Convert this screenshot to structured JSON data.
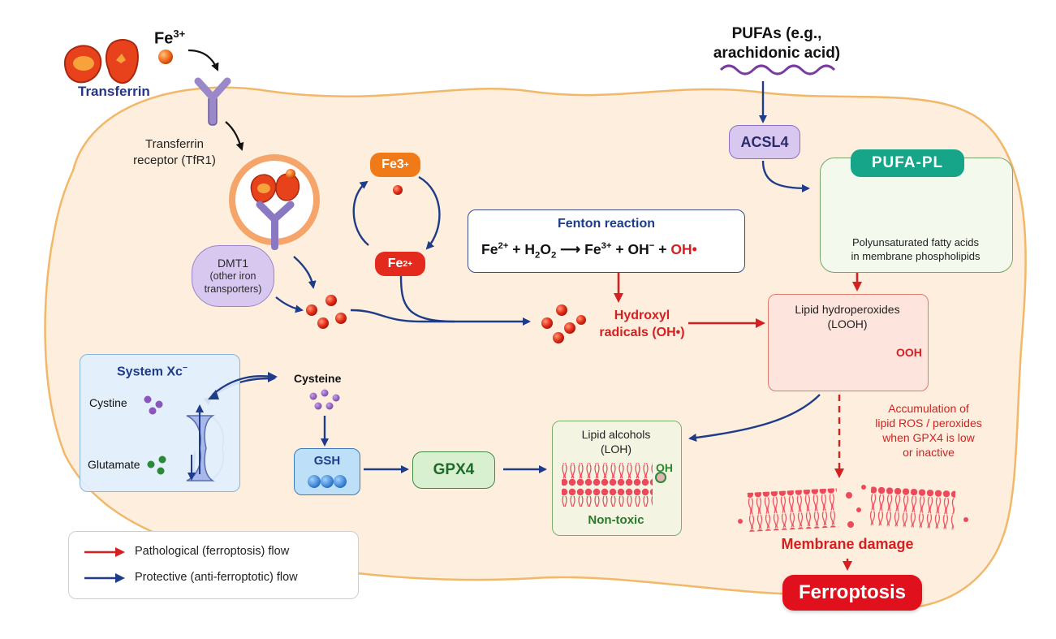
{
  "colors": {
    "pathological": "#d42020",
    "protective": "#1f3c8a",
    "cell_fill": "#fdeedd",
    "cell_border": "#f2b86a"
  },
  "transferrin": {
    "fe_label": "Fe",
    "fe_charge": "3+",
    "name": "Transferrin"
  },
  "tfr1": {
    "line1": "Transferrin",
    "line2": "receptor (TfR1)"
  },
  "dmt1": {
    "title": "DMT1",
    "line2": "(other iron",
    "line3": "transporters)"
  },
  "iron_cycle": {
    "fe3": "Fe3",
    "fe3_charge": "+",
    "fe2": "Fe",
    "fe2_charge": "2+"
  },
  "fenton": {
    "title": "Fenton reaction",
    "fe": "Fe",
    "fe_charge": "2+",
    "plus1": "+",
    "h": "H",
    "h_sub": "2",
    "o": "O",
    "o_sub": "2",
    "arrow": "⟶",
    "fe3": "Fe",
    "fe3_charge": "3+",
    "plus2": "+",
    "oh": "OH",
    "oh_charge": "−",
    "plus3": "+",
    "radical": "OH•"
  },
  "hydroxyl": {
    "line1": "Hydroxyl",
    "line2": "radicals (OH•)"
  },
  "pufa": {
    "line1": "PUFAs (e.g.,",
    "line2": "arachidonic acid)"
  },
  "acsl4": {
    "label": "ACSL4"
  },
  "pufa_pl": {
    "title": "PUFA-PL",
    "line1": "Polyunsaturated fatty acids",
    "line2": "in membrane phospholipids"
  },
  "looh": {
    "line1": "Lipid hydroperoxides",
    "line2": "(LOOH)",
    "ooh": "OOH"
  },
  "accumulation": {
    "line1": "Accumulation of",
    "line2": "lipid ROS / peroxides",
    "line3": "when GPX4 is low",
    "line4": "or inactive"
  },
  "system_xc": {
    "title": "System Xc",
    "title_charge": "−",
    "cystine": "Cystine",
    "glutamate": "Glutamate"
  },
  "cysteine": {
    "label": "Cysteine"
  },
  "gsh": {
    "label": "GSH"
  },
  "gpx4": {
    "label": "GPX4"
  },
  "loh": {
    "line1": "Lipid alcohols",
    "line2": "(LOH)",
    "oh": "OH",
    "footer": "Non-toxic"
  },
  "outcome": {
    "damage": "Membrane damage",
    "ferroptosis": "Ferroptosis"
  },
  "legend": {
    "items": [
      {
        "label": "Pathological (ferroptosis) flow",
        "kind": "pathological"
      },
      {
        "label": "Protective (anti-ferroptotic) flow",
        "kind": "protective"
      }
    ]
  }
}
